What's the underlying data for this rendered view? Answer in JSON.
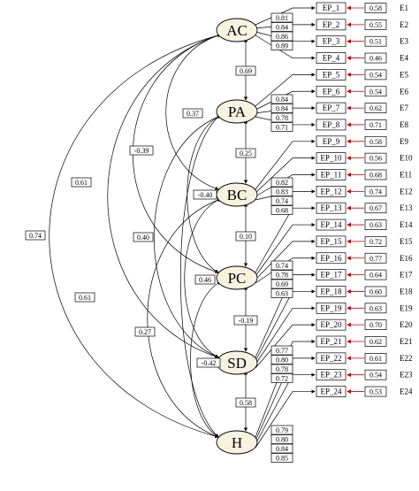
{
  "latents": [
    {
      "id": "AC",
      "label": "AC"
    },
    {
      "id": "PA",
      "label": "PA"
    },
    {
      "id": "BC",
      "label": "BC"
    },
    {
      "id": "PC",
      "label": "PC"
    },
    {
      "id": "SD",
      "label": "SD"
    },
    {
      "id": "H",
      "label": "H"
    }
  ],
  "indicators": [
    {
      "label": "EP_1",
      "loading": "0.81",
      "residual": "0.58",
      "error": "E1",
      "factor": 0
    },
    {
      "label": "EP_2",
      "loading": "0.84",
      "residual": "0.55",
      "error": "E2",
      "factor": 0
    },
    {
      "label": "EP_3",
      "loading": "0.86",
      "residual": "0.51",
      "error": "E3",
      "factor": 0
    },
    {
      "label": "EP_4",
      "loading": "0.89",
      "residual": "0.46",
      "error": "E4",
      "factor": 0
    },
    {
      "label": "EP_5",
      "loading": "0.84",
      "residual": "0.54",
      "error": "E5",
      "factor": 1
    },
    {
      "label": "EP_6",
      "loading": "0.84",
      "residual": "0.54",
      "error": "E6",
      "factor": 1
    },
    {
      "label": "EP_7",
      "loading": "0.78",
      "residual": "0.62",
      "error": "E7",
      "factor": 1
    },
    {
      "label": "EP_8",
      "loading": "0.71",
      "residual": "0.71",
      "error": "E8",
      "factor": 1
    },
    {
      "label": "EP_9",
      "loading": "0.82",
      "residual": "0.58",
      "error": "E9",
      "factor": 2
    },
    {
      "label": "EP_10",
      "loading": "0.83",
      "residual": "0.56",
      "error": "E10",
      "factor": 2
    },
    {
      "label": "EP_11",
      "loading": "0.74",
      "residual": "0.68",
      "error": "E11",
      "factor": 2
    },
    {
      "label": "EP_12",
      "loading": "0.68",
      "residual": "0.74",
      "error": "E12",
      "factor": 2
    },
    {
      "label": "EP_13",
      "loading": "0.74",
      "residual": "0.67",
      "error": "E13",
      "factor": 3
    },
    {
      "label": "EP_14",
      "loading": "0.78",
      "residual": "0.63",
      "error": "E14",
      "factor": 3
    },
    {
      "label": "EP_15",
      "loading": "0.69",
      "residual": "0.72",
      "error": "E15",
      "factor": 3
    },
    {
      "label": "EP_16",
      "loading": "0.63",
      "residual": "0.77",
      "error": "E16",
      "factor": 3
    },
    {
      "label": "EP_17",
      "loading": "0.77",
      "residual": "0.64",
      "error": "E17",
      "factor": 4
    },
    {
      "label": "EP_18",
      "loading": "0.80",
      "residual": "0.60",
      "error": "E18",
      "factor": 4
    },
    {
      "label": "EP_19",
      "loading": "0.78",
      "residual": "0.63",
      "error": "E19",
      "factor": 4
    },
    {
      "label": "EP_20",
      "loading": "0.72",
      "residual": "0.70",
      "error": "E20",
      "factor": 4
    },
    {
      "label": "EP_21",
      "loading": "0.79",
      "residual": "0.62",
      "error": "E21",
      "factor": 5
    },
    {
      "label": "EP_22",
      "loading": "0.80",
      "residual": "0.61",
      "error": "E22",
      "factor": 5
    },
    {
      "label": "EP_23",
      "loading": "0.84",
      "residual": "0.54",
      "error": "E23",
      "factor": 5
    },
    {
      "label": "EP_24",
      "loading": "0.85",
      "residual": "0.53",
      "error": "E24",
      "factor": 5
    }
  ],
  "correlations": [
    {
      "from": "AC",
      "to": "PA",
      "value": "0.69"
    },
    {
      "from": "PA",
      "to": "BC",
      "value": "0.25"
    },
    {
      "from": "BC",
      "to": "PC",
      "value": "0.10"
    },
    {
      "from": "PC",
      "to": "SD",
      "value": "-0.19"
    },
    {
      "from": "SD",
      "to": "H",
      "value": "0.58"
    },
    {
      "from": "PA",
      "to": "PC",
      "value": "0.37"
    },
    {
      "from": "AC",
      "to": "BC",
      "value": "-0.39"
    },
    {
      "from": "BC",
      "to": "SD",
      "value": "-0.40"
    },
    {
      "from": "AC",
      "to": "PC",
      "value": "0.61"
    },
    {
      "from": "PA",
      "to": "SD",
      "value": "0.40"
    },
    {
      "from": "PC",
      "to": "H",
      "value": "0.46"
    },
    {
      "from": "AC",
      "to": "SD",
      "value": "0.61"
    },
    {
      "from": "BC",
      "to": "H",
      "value": "0.27"
    },
    {
      "from": "PA",
      "to": "H",
      "value": "-0.42"
    },
    {
      "from": "AC",
      "to": "H",
      "value": "0.74"
    }
  ]
}
